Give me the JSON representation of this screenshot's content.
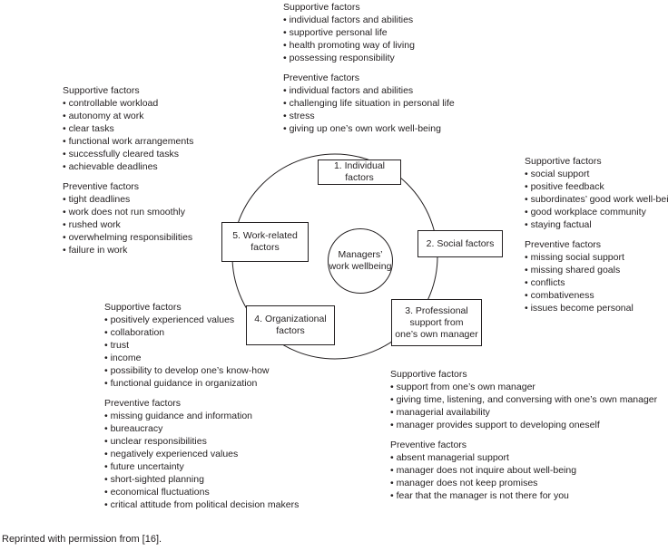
{
  "center": {
    "label": "Managers’\nwork wellbeing"
  },
  "nodes": {
    "individual": "1. Individual factors",
    "social": "2. Social factors",
    "professional": "3. Professional\nsupport from\none’s own manager",
    "organizational": "4. Organizational\nfactors",
    "work_related": "5. Work-related\nfactors"
  },
  "groups": {
    "individual": {
      "supportive_heading": "Supportive factors",
      "supportive": [
        "individual factors and abilities",
        "supportive personal life",
        "health promoting way of living",
        "possessing responsibility"
      ],
      "preventive_heading": "Preventive factors",
      "preventive": [
        "individual factors and abilities",
        "challenging life situation in personal life",
        "stress",
        "giving up one’s own work well-being"
      ]
    },
    "social": {
      "supportive_heading": "Supportive factors",
      "supportive": [
        "social support",
        "positive feedback",
        "subordinates’ good work well-being",
        "good workplace community",
        "staying factual"
      ],
      "preventive_heading": "Preventive factors",
      "preventive": [
        "missing social support",
        "missing shared goals",
        "conflicts",
        "combativeness",
        "issues become personal"
      ]
    },
    "professional": {
      "supportive_heading": "Supportive factors",
      "supportive": [
        "support from one’s own manager",
        "giving time, listening, and conversing with one’s own manager",
        "managerial availability",
        "manager provides support to developing oneself"
      ],
      "preventive_heading": "Preventive factors",
      "preventive": [
        "absent managerial support",
        "manager does not inquire about well-being",
        "manager does not keep promises",
        "fear that the manager is not there for you"
      ]
    },
    "organizational": {
      "supportive_heading": "Supportive factors",
      "supportive": [
        "positively experienced values",
        "collaboration",
        "trust",
        "income",
        "possibility to develop one’s know-how",
        "functional guidance in organization"
      ],
      "preventive_heading": "Preventive factors",
      "preventive": [
        "missing guidance and information",
        "bureaucracy",
        "unclear responsibilities",
        "negatively experienced values",
        "future uncertainty",
        "short-sighted planning",
        "economical fluctuations",
        "critical attitude from political decision makers"
      ]
    },
    "work_related": {
      "supportive_heading": "Supportive factors",
      "supportive": [
        "controllable workload",
        "autonomy at work",
        "clear tasks",
        "functional work arrangements",
        "successfully cleared tasks",
        "achievable deadlines"
      ],
      "preventive_heading": "Preventive factors",
      "preventive": [
        "tight deadlines",
        "work does not run smoothly",
        "rushed work",
        "overwhelming responsibilities",
        "failure in work"
      ]
    }
  },
  "caption": "Reprinted with permission from [16]."
}
